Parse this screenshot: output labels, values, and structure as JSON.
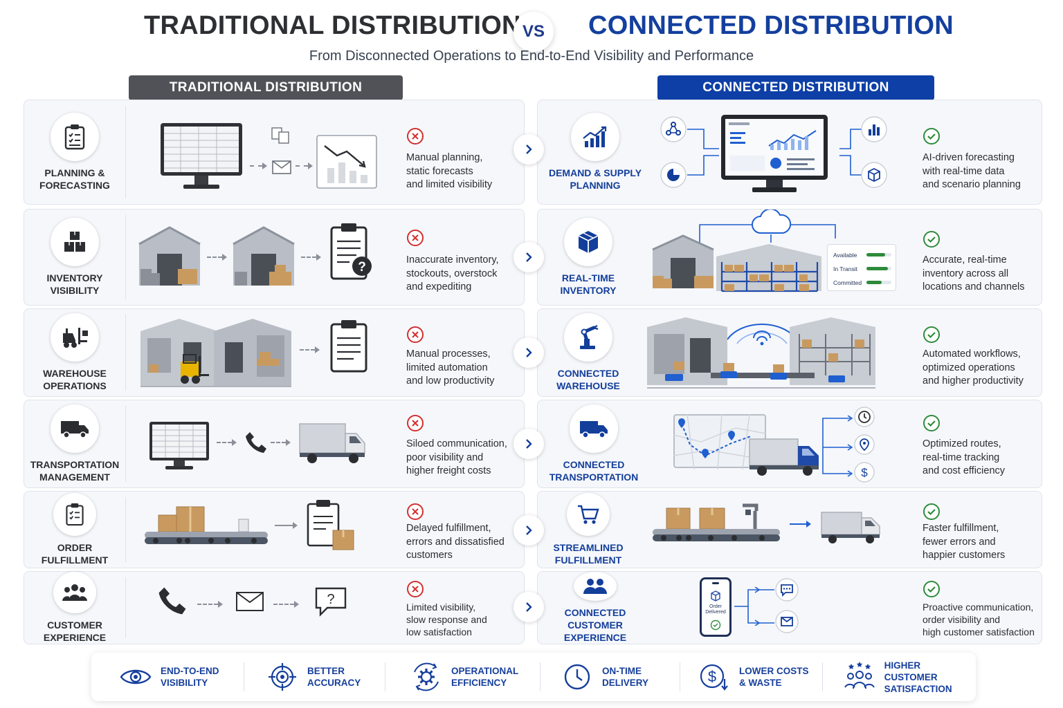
{
  "header": {
    "title_left": "TRADITIONAL DISTRIBUTION",
    "vs": "VS",
    "title_right": "CONNECTED DISTRIBUTION",
    "subtitle": "From Disconnected Operations to End-to-End Visibility and Performance"
  },
  "columns": {
    "traditional": "TRADITIONAL DISTRIBUTION",
    "connected": "CONNECTED DISTRIBUTION"
  },
  "colors": {
    "traditional_accent": "#505257",
    "connected_accent": "#0d3fa6",
    "negative": "#d32f2f",
    "positive": "#2e8b3a"
  },
  "rows": [
    {
      "trad_label": [
        "PLANNING &",
        "FORECASTING"
      ],
      "trad_icon": "clipboard-checklist-icon",
      "trad_desc": [
        "Manual planning,",
        "static forecasts",
        "and limited visibility"
      ],
      "conn_label": [
        "DEMAND & SUPPLY",
        "PLANNING"
      ],
      "conn_icon": "growth-chart-icon",
      "conn_desc": [
        "AI-driven forecasting",
        "with real-time data",
        "and scenario planning"
      ]
    },
    {
      "trad_label": [
        "INVENTORY",
        "VISIBILITY"
      ],
      "trad_icon": "boxes-icon",
      "trad_desc": [
        "Inaccurate inventory,",
        "stockouts, overstock",
        "and expediting"
      ],
      "conn_label": [
        "REAL-TIME",
        "INVENTORY"
      ],
      "conn_icon": "cube-box-icon",
      "conn_desc": [
        "Accurate, real-time",
        "inventory across all",
        "locations and channels"
      ],
      "stock_panel": [
        "Available",
        "In Transit",
        "Committed"
      ]
    },
    {
      "trad_label": [
        "WAREHOUSE",
        "OPERATIONS"
      ],
      "trad_icon": "forklift-icon",
      "trad_desc": [
        "Manual processes,",
        "limited automation",
        "and low productivity"
      ],
      "conn_label": [
        "CONNECTED",
        "WAREHOUSE"
      ],
      "conn_icon": "robot-arm-icon",
      "conn_desc": [
        "Automated workflows,",
        "optimized operations",
        "and higher productivity"
      ]
    },
    {
      "trad_label": [
        "TRANSPORTATION",
        "MANAGEMENT"
      ],
      "trad_icon": "truck-icon",
      "trad_desc": [
        "Siloed communication,",
        "poor visibility and",
        "higher freight costs"
      ],
      "conn_label": [
        "CONNECTED",
        "TRANSPORTATION"
      ],
      "conn_icon": "truck-icon",
      "conn_desc": [
        "Optimized routes,",
        "real-time tracking",
        "and cost efficiency"
      ]
    },
    {
      "trad_label": [
        "ORDER",
        "FULFILLMENT"
      ],
      "trad_icon": "clipboard-checklist-icon",
      "trad_desc": [
        "Delayed fulfillment,",
        "errors and dissatisfied",
        "customers"
      ],
      "conn_label": [
        "STREAMLINED",
        "FULFILLMENT"
      ],
      "conn_icon": "shopping-cart-icon",
      "conn_desc": [
        "Faster fulfillment,",
        "fewer errors and",
        "happier customers"
      ]
    },
    {
      "trad_label": [
        "CUSTOMER",
        "EXPERIENCE"
      ],
      "trad_icon": "people-group-icon",
      "trad_desc": [
        "Limited visibility,",
        "slow response and",
        "low satisfaction"
      ],
      "conn_label": [
        "CONNECTED",
        "CUSTOMER EXPERIENCE"
      ],
      "conn_icon": "people-pair-icon",
      "conn_desc": [
        "Proactive communication,",
        "order visibility and",
        "high customer satisfaction"
      ],
      "phone_text": [
        "Order",
        "Delivered"
      ]
    }
  ],
  "benefits": [
    {
      "icon": "eye-icon",
      "label": [
        "END-TO-END",
        "VISIBILITY"
      ]
    },
    {
      "icon": "target-icon",
      "label": [
        "BETTER",
        "ACCURACY"
      ]
    },
    {
      "icon": "gear-cycle-icon",
      "label": [
        "OPERATIONAL",
        "EFFICIENCY"
      ]
    },
    {
      "icon": "clock-icon",
      "label": [
        "ON-TIME",
        "DELIVERY"
      ]
    },
    {
      "icon": "dollar-down-icon",
      "label": [
        "LOWER COSTS",
        "& WASTE"
      ]
    },
    {
      "icon": "customers-stars-icon",
      "label": [
        "HIGHER CUSTOMER",
        "SATISFACTION"
      ]
    }
  ]
}
